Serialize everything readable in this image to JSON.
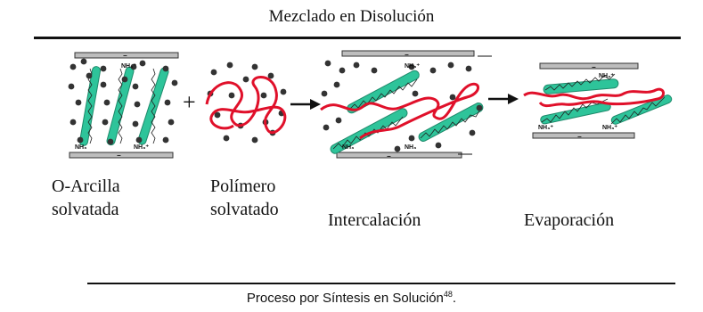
{
  "title": "Mezclado en Disolución",
  "stages": [
    {
      "line1": "O-Arcilla",
      "line2": "solvatada"
    },
    {
      "line1": "Polímero",
      "line2": "solvatado"
    },
    {
      "line1": "Intercalación",
      "line2": ""
    },
    {
      "line1": "Evaporación",
      "line2": ""
    }
  ],
  "operators": {
    "plus": "+"
  },
  "chem_labels": {
    "ammonium": "NH₃⁺",
    "ammonium_base": "NH₃",
    "minus": "−"
  },
  "caption": {
    "text": "Proceso por Síntesis en Solución",
    "ref": "48",
    "end": "."
  },
  "colors": {
    "clay": "#2ec49a",
    "polymer": "#e0102a",
    "solvent": "#333333",
    "plate": "#bdbdbd"
  }
}
